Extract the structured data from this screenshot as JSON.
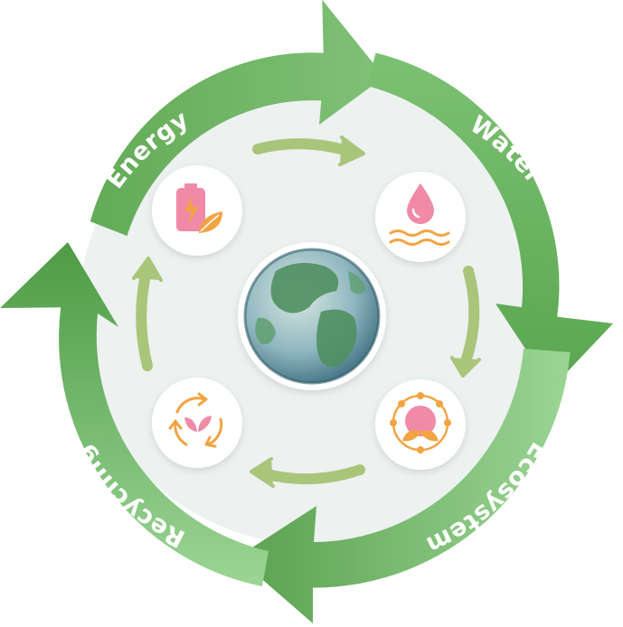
{
  "cycle": {
    "segments": [
      {
        "id": "energy",
        "label": "Energy"
      },
      {
        "id": "water",
        "label": "Water"
      },
      {
        "id": "ecosystem",
        "label": "Ecosystem"
      },
      {
        "id": "recycling",
        "label": "Recycling"
      }
    ]
  },
  "colors": {
    "ring_dark": "#4e9b45",
    "ring_mid": "#67b15c",
    "ring_light": "#8fcc88",
    "inner_disc": "#edf1f0",
    "inner_arrow": "#a9c57a",
    "icon_pink": "#f08aa6",
    "icon_orange": "#f2a443",
    "icon_green": "#7bb74a",
    "globe_land": "#4f8f5f",
    "globe_water": "#8fb6c0"
  },
  "icons": {
    "energy": "battery-leaf-icon",
    "water": "water-drop-waves-icon",
    "ecosystem": "ecosystem-globe-leaves-icon",
    "recycling": "recycle-leaves-icon",
    "center": "earth-globe-icon"
  }
}
